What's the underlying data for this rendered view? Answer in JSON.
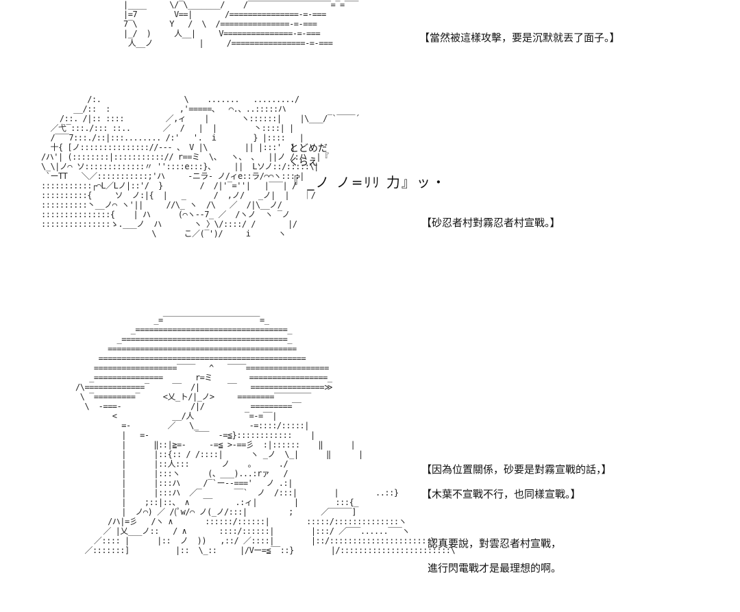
{
  "art": {
    "top": "|____     \\/‾\\_______/    /‾‾‾‾‾‾‾‾‾‾‾‾‾‾‾‾‾‾=‾=‾‾‾\n|=7        V==|       /===============-=-===\n7‾\\       Y   /  \\  /===============-=-===\n|_/  )     人__|     V===============-=-===\n 人__ノ          |     /================-=-===",
    "middle": "          /:.                  \\    .......   ........./\n       __/::  :               ,'=====、  ⌒.、..:::::ハ\n    /::. /|:: ::::         ／,ィ    |       ヽ::::::|    |\\___/‾`‾‾‾‾´\n  ／弋‾:::./::: ::..       ／  /   |  |        丶::::| |\n  /‾‾‾7:::./::|:::........ /:'   '.  i        } |::::   |\n  十{ [ノ::::::::::::::://‐‐‐ 、 V |\\        || |:::'  |\n/ハ'| (::::::::|:::::::::::// r==ミ  \\、  ヽ、 、  ||ノ /:ハ  |『\n\\_\\|ノ⌒ ソ:::::::::::::〃 ''::::e:::}、    ||  Lソノ::/:::::\\|\n `ーTT   ＼／:::::::::::;'ハ     ‐ニラ‐ ノ/ィe::ラ/⌒⌒ヽ::::|\n:::::::::::┌⌒L／Lノ|::'/  }        /  /|'‾=''|   |‾‾‾| /\n::::::::::{     ソ  ノ:|{  |   _      /  ,ノ/   _ノ|  |   ｜/\n::::::::::丶__ノ⌒ ヽ'||     //\\_ ヽ  /\\   ／  /|\\__ノ/\n:::::::::::::::{    | ハ      (⌒ヽ‐‐7_ ／  /ヽノ  ヽ ‾ノ\n:::::::::::::::ゝ.___ノ  ハ       ヽ 〉\\/::::/ /       |/\n                        \\      こ／(‾')/     i      ヽ",
    "bottom": "                 _=‾‾‾‾‾‾‾‾‾‾‾‾‾‾‾‾‾‾‾‾‾=_\n            _=================================_\n         _====================================_\n       =========================================\n     =============================================\n    ==================‾‾‾‾   ^   ‾‾‾‾==================\n   _===============       r=ミ        =================_\n/\\=============‾     ‾‾  /|      ‾‾   ================≫\n \\ ‾=========‾     <乂_ト/|_ノ>     ========‾‾‾‾‾‾‾‾\n  \\  -===-               /|/          =========‾‾\n        <            __/人           ‾=-=‾‾|\n          =-        ／   \\_           -=::::/:::::|\n          |   =-          ‾‾‾  -=≦}::::::::::::    |\n          |      ‖::|≧=-     -=≦ >-==彡  :|::::::    ‖      |\n          |      |::{:: / /::::|      ヽ _ノ  \\_|      ‖      |\n          |      |::人:::       ノ    。     ./\n          |      |:::ヽ      (、___)...:rァ   /\n          |      |:::ハ     /‾`ー--==='   ノ .:|\n          |      |:::ハ  ／‾       ‾‾`  ノ  /:::|        |        ..::}\n          |    ;::|::、 ∧   ‾‾     .:ィ|        |        :::{_\n          |  ノ⌒) ／ /(ﾟw/⌒ ノ(_ノ/:::|         ;      ／‾‾‾‾‾]\n       /ハ|=彡   /ヽ ∧       ::::::/::::::|        :::::/::::::::::::::ヽ\n      ／ |乂___ノ::   / ∧       ::::/::::::|        |:::/ ／‾‾‾......‾‾‾ヽ\n    ／:::: |      |::  ノ  ))   ,::/ ／::::|        |::/::::::::::::::::::::::\\\n  ／:::::::]          |::  \\_::     |/Vー=≦‾‾::}        |/::::::::::::::::::::::::\\"
  },
  "sfx": {
    "small_1": "とどめだ",
    "small_2": "くらえ",
    "katakana_shout": "『 _ノ ノ=ﾘﾘ 力』ッ・"
  },
  "dialogue": [
    "【當然被這樣攻擊，要是沉默就丟了面子。】",
    "【砂忍者村對霧忍者村宣戰。】",
    "【因為位置關係，砂要是對霧宣戰的話，】",
    "【木葉不宣戰不行，也同樣宣戰。】",
    "認真要說，對雲忍者村宣戰，",
    "進行閃電戰才是最理想的啊。"
  ]
}
